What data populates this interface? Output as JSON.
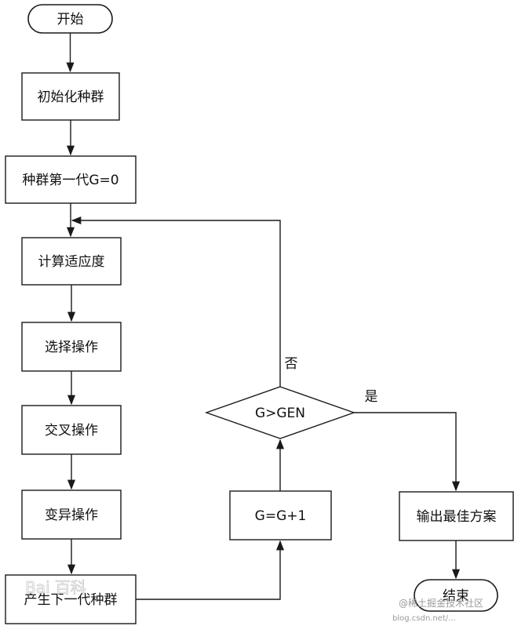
{
  "nodes": {
    "start": "开始",
    "init_population": "初始化种群",
    "first_generation": "种群第一代G=0",
    "compute_fitness": "计算适应度",
    "selection": "选择操作",
    "crossover": "交叉操作",
    "mutation": "变异操作",
    "next_generation": "产生下一代种群",
    "increment": "G=G+1",
    "decision": "G>GEN",
    "output_best": "输出最佳方案",
    "end": "结束"
  },
  "edge_labels": {
    "no": "否",
    "yes": "是"
  },
  "watermarks": {
    "baidu_logo": "Bai 百科",
    "credit": "@稀土掘金技术社区",
    "credit_url": "blog.csdn.net/..."
  },
  "colors": {
    "stroke": "#1a1a1a",
    "background": "#ffffff",
    "watermark": "#9a9a9a"
  }
}
